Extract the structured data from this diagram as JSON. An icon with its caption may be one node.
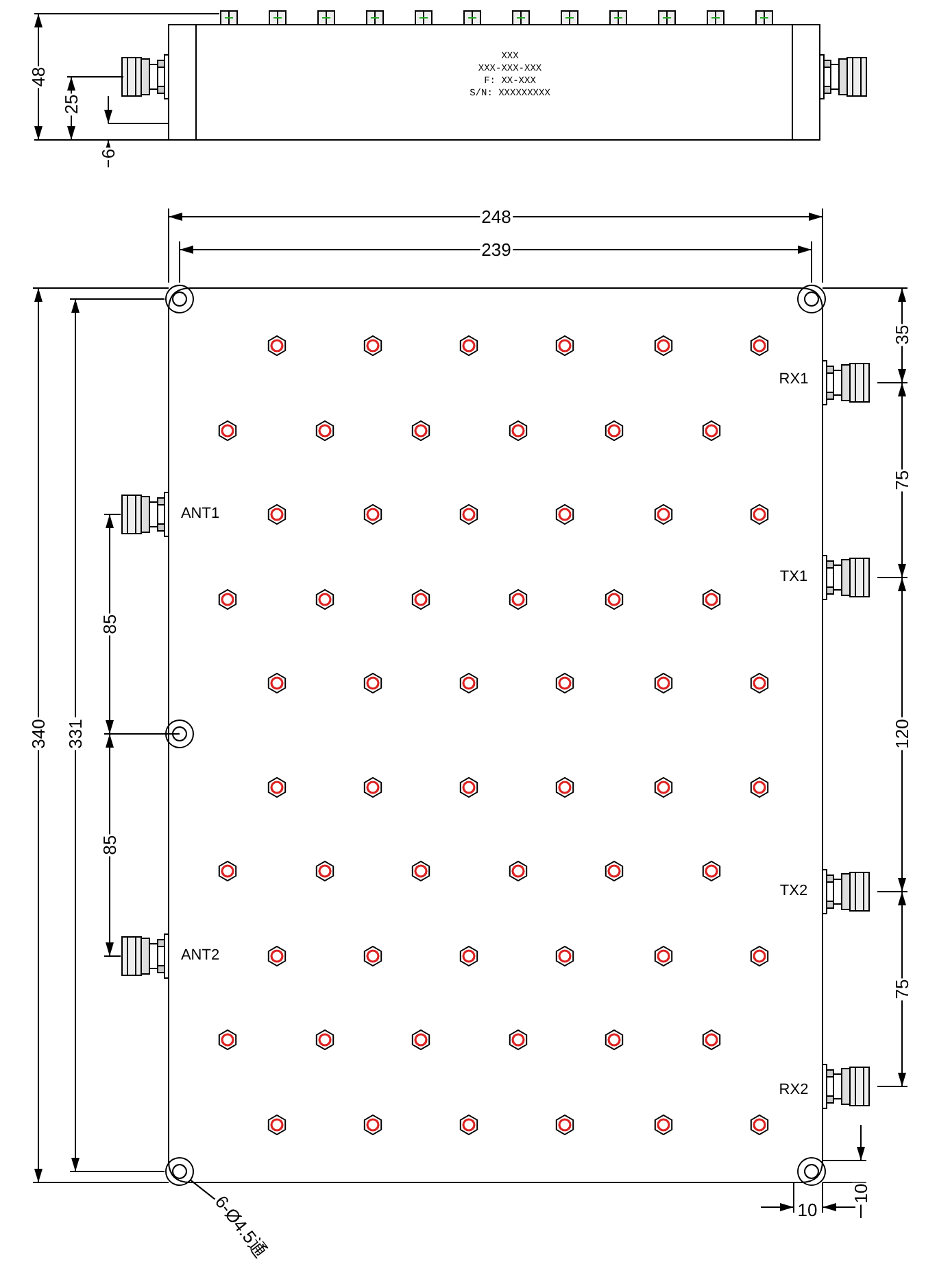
{
  "diagram": {
    "nodes": [
      {
        "text": [
          "6-Ø4.5通"
        ]
      },
      {
        "text": [],
        "shape": "circle"
      }
    ],
    "edges": [
      {
        "from": 0,
        "to": 1,
        "arrow": "none"
      }
    ],
    "labels": [
      "48",
      "XXX",
      "XXX-XXX-XXX",
      "F: XX-XXX",
      "S/N: XXXXXXXXX",
      "25",
      "6",
      "248",
      "239",
      "RX1",
      "35",
      "75",
      "ANT1",
      "TX1",
      "85",
      "340",
      "331",
      "120",
      "85",
      "TX2",
      "ANT2",
      "75",
      "RX2",
      "10",
      "10"
    ]
  }
}
